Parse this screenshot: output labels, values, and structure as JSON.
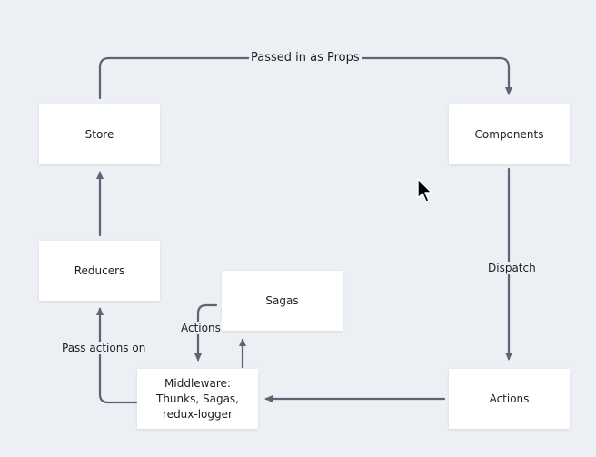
{
  "nodes": {
    "store": "Store",
    "components": "Components",
    "reducers": "Reducers",
    "sagas": "Sagas",
    "middleware": "Middleware:\nThunks, Sagas,\nredux-logger",
    "actions": "Actions"
  },
  "edges": {
    "props": "Passed in as Props",
    "dispatch": "Dispatch",
    "actions_to_sagas": "Actions",
    "pass_actions_on": "Pass actions on"
  },
  "colors": {
    "background": "#eceff4",
    "node_fill": "#ffffff",
    "edge": "#5b6675",
    "text": "#1b1f24"
  },
  "icons": {
    "cursor": "mouse-pointer-icon"
  }
}
